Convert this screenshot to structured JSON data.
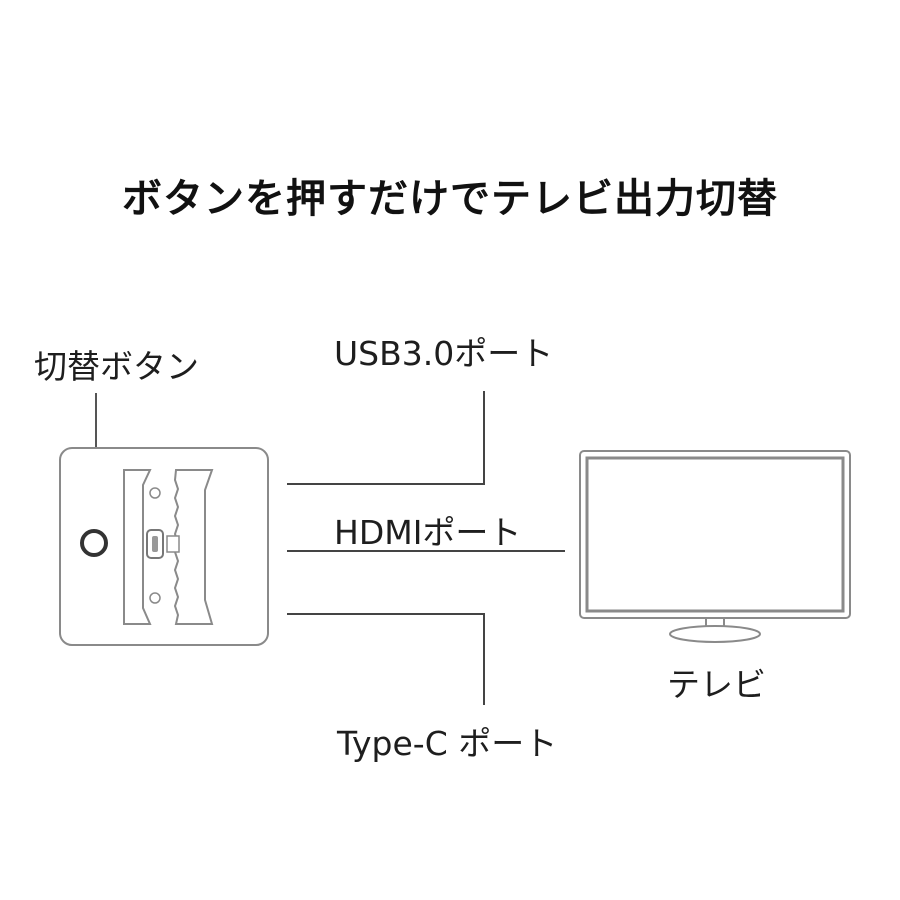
{
  "title": "ボタンを押すだけでテレビ出力切替",
  "labels": {
    "switch_button": "切替ボタン",
    "usb_port": "USB3.0ポート",
    "hdmi_port": "HDMIポート",
    "typec_port": "Type-C ポート",
    "tv": "テレビ"
  },
  "colors": {
    "line": "#444444",
    "device_stroke": "#8a8a8a",
    "text": "#1e1e1e"
  }
}
